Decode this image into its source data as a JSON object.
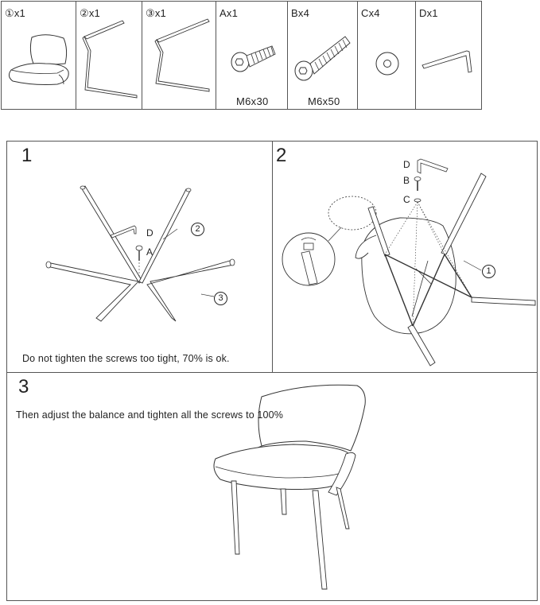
{
  "parts": [
    {
      "label": "①x1"
    },
    {
      "label": "②x1"
    },
    {
      "label": "③x1"
    },
    {
      "label": "Ax1",
      "size": "M6x30"
    },
    {
      "label": "Bx4",
      "size": "M6x50"
    },
    {
      "label": "Cx4"
    },
    {
      "label": "Dx1"
    }
  ],
  "steps": {
    "step1": {
      "number": "1",
      "note": "Do not tighten the screws too tight, 70% is ok.",
      "callouts": {
        "d": "D",
        "a": "A",
        "two": "2",
        "three": "3"
      }
    },
    "step2": {
      "number": "2",
      "callouts": {
        "d": "D",
        "b": "B",
        "c": "C",
        "one": "1"
      }
    },
    "step3": {
      "number": "3",
      "note": "Then adjust the balance and tighten all the screws to 100%"
    }
  }
}
